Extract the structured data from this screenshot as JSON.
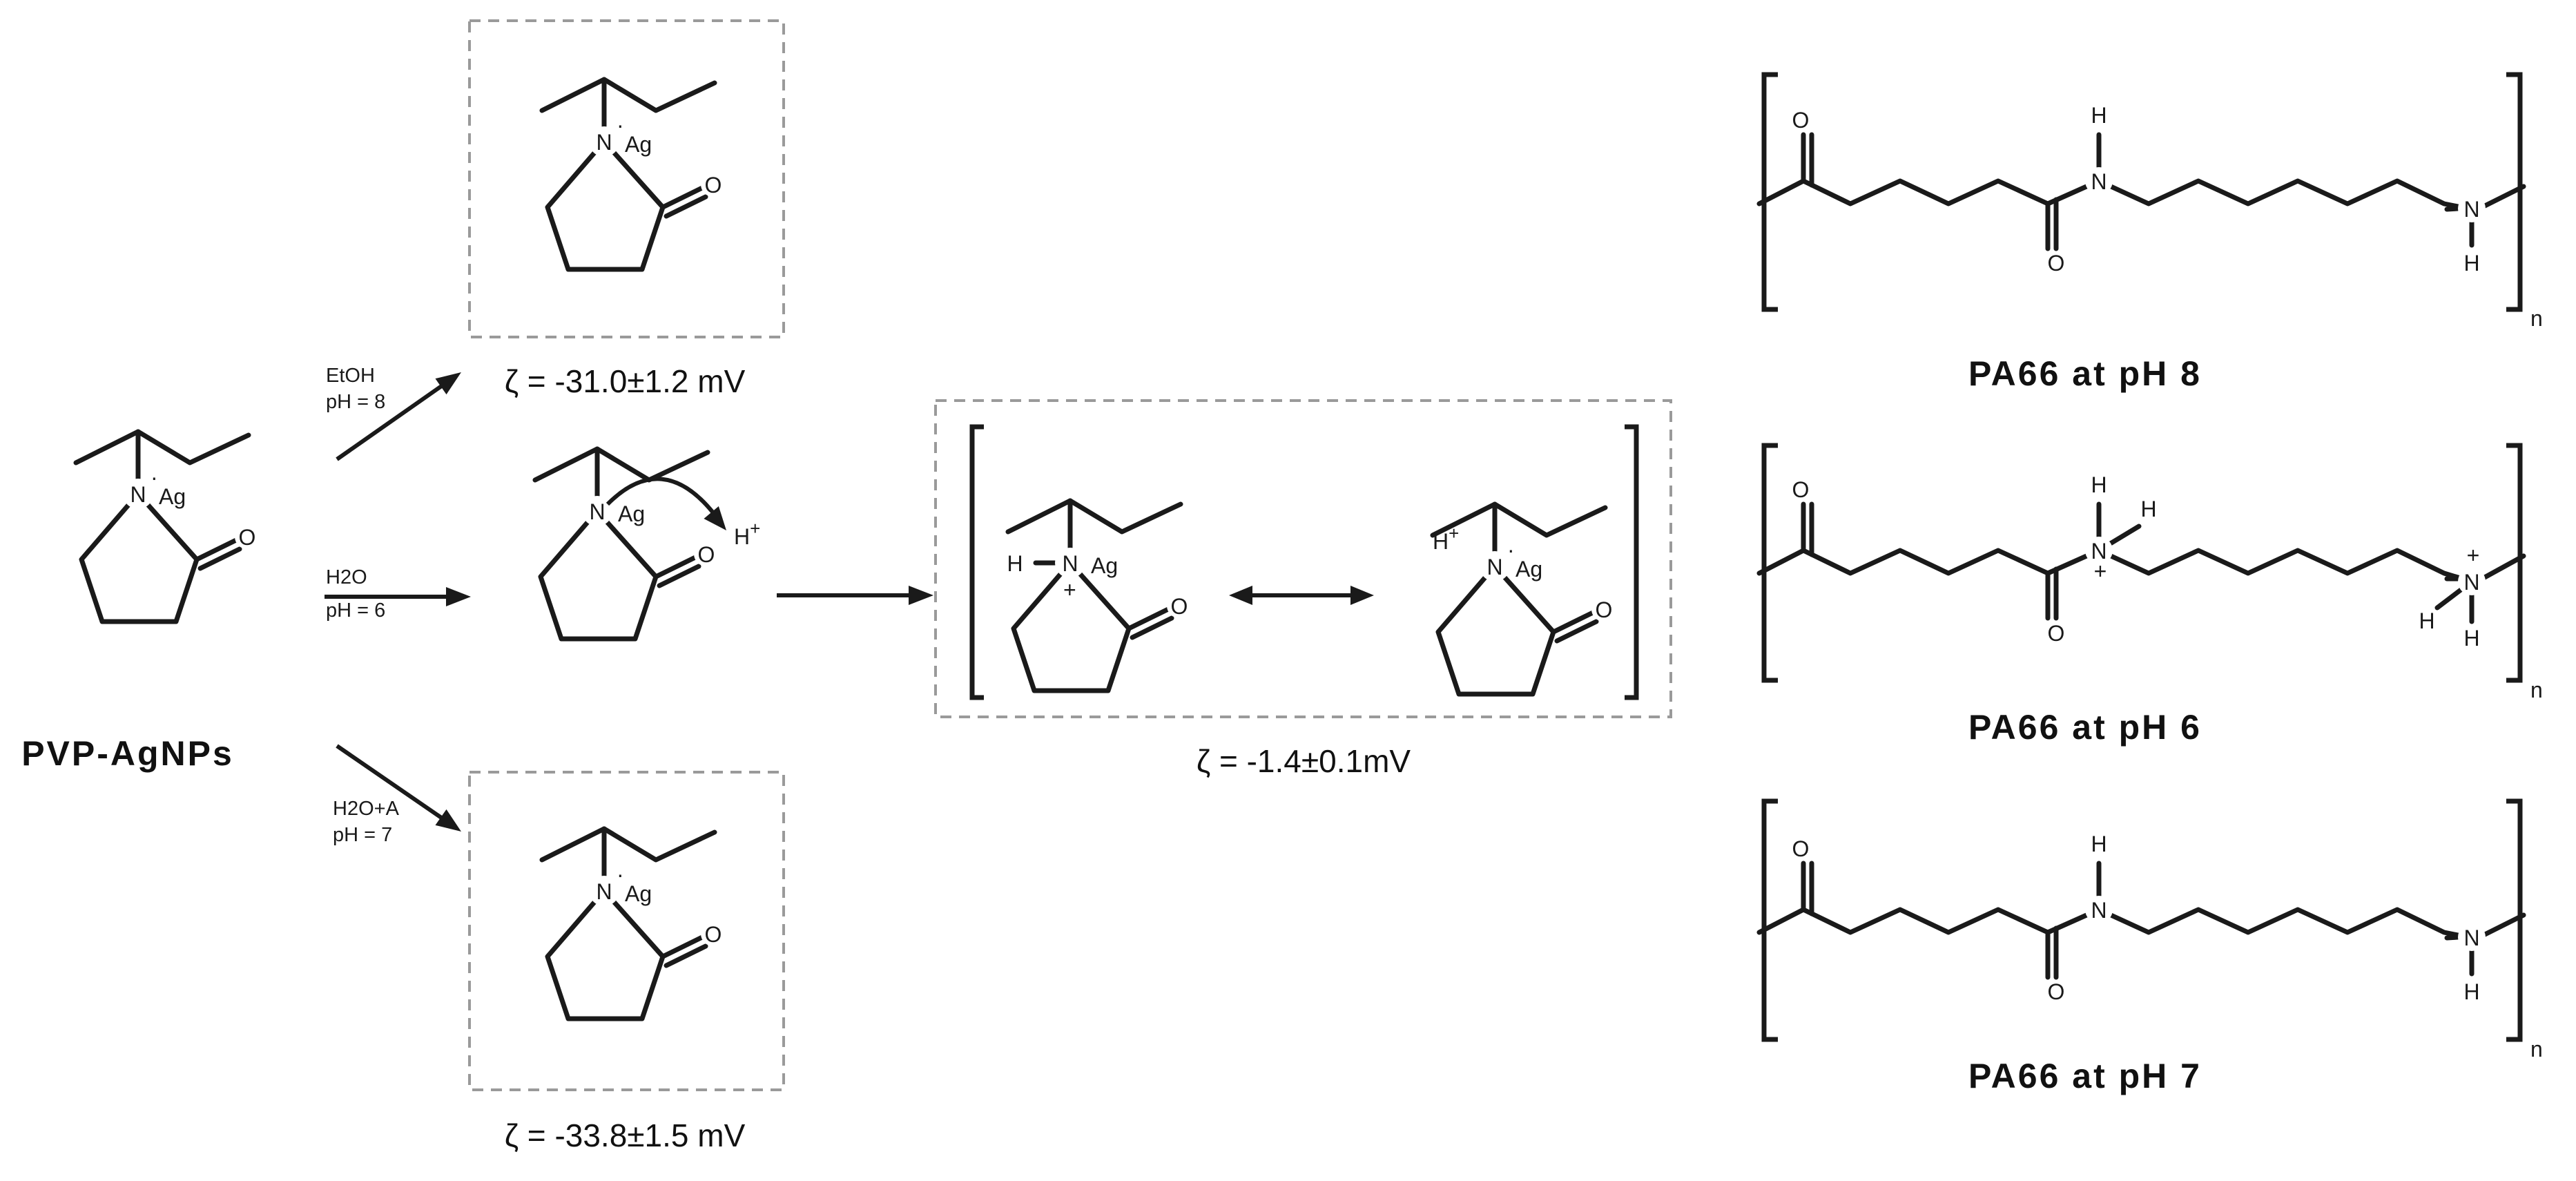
{
  "reactant": {
    "label": "PVP-AgNPs",
    "atom_n": "N",
    "atom_ag": "Ag",
    "atom_o": "O",
    "radical_dot": "·"
  },
  "conditions": {
    "ethanol": {
      "solvent": "EtOH",
      "ph": "pH = 8"
    },
    "water": {
      "solvent": "H2O",
      "ph": "pH = 6"
    },
    "water_acid": {
      "solvent": "H2O+A",
      "ph": "pH = 7"
    }
  },
  "products": {
    "ethanol_zeta": "ζ = -31.0±1.2 mV",
    "water_acid_zeta": "ζ = -33.8±1.5 mV",
    "resonance_zeta": "ζ = -1.4±0.1mV",
    "proton": "H+",
    "hydrogen": "H",
    "plus": "+"
  },
  "polymers": [
    {
      "caption": "PA66 at pH 8",
      "subscript": "n"
    },
    {
      "caption": "PA66 at pH 6",
      "subscript": "n"
    },
    {
      "caption": "PA66 at pH 7",
      "subscript": "n"
    }
  ],
  "colors": {
    "ink": "#1a1a1a",
    "frame": "#9a9a9a",
    "background": "#ffffff"
  }
}
